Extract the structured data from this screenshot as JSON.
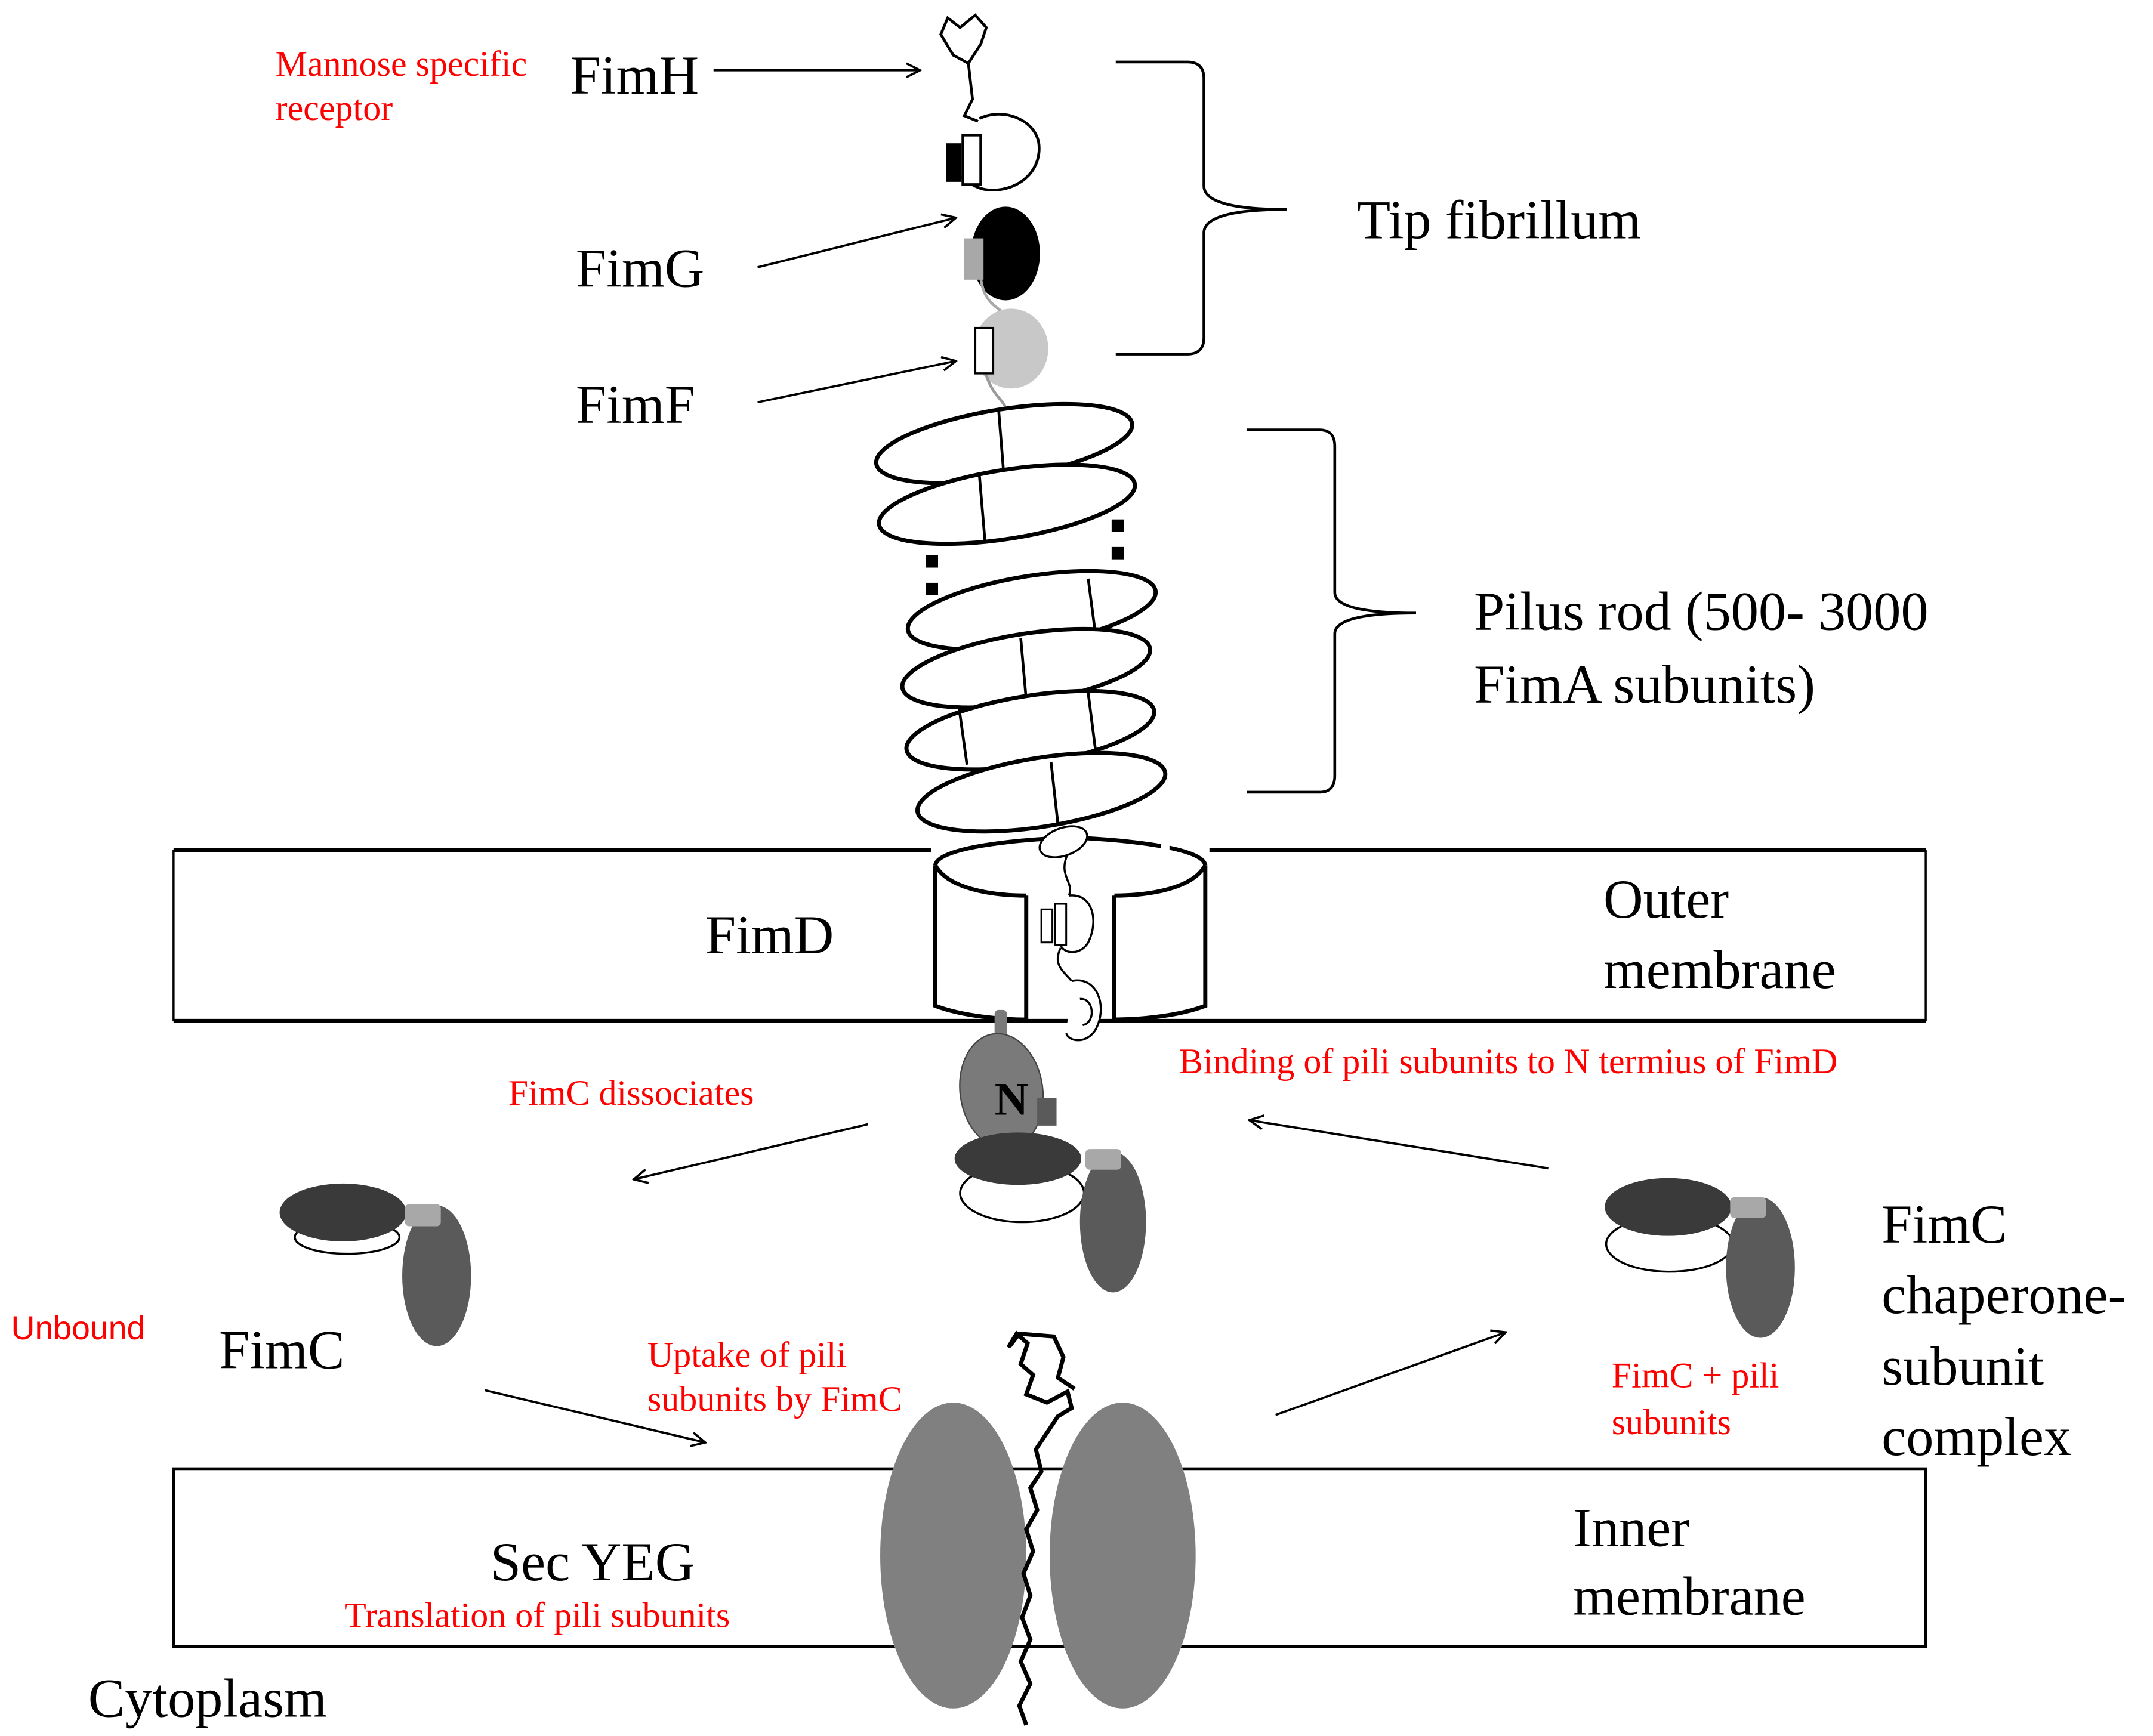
{
  "labels": {
    "mannose_line1": "Mannose specific",
    "mannose_line2": "receptor",
    "fimh": "FimH",
    "fimg": "FimG",
    "fimf": "FimF",
    "tip_fibrillum": "Tip fibrillum",
    "pilus_rod_line1": "Pilus rod (500- 3000",
    "pilus_rod_line2": "FimA subunits)",
    "fimd": "FimD",
    "outer_membrane_line1": "Outer",
    "outer_membrane_line2": "membrane",
    "n_terminus": "N",
    "binding": "Binding of pili subunits to N termius of FimD",
    "fimc_dissociates": "FimC dissociates",
    "unbound": "Unbound",
    "fimc": "FimC",
    "uptake_line1": "Uptake of pili",
    "uptake_line2": "subunits by FimC",
    "fimc_pili_line1": "FimC + pili",
    "fimc_pili_line2": "subunits",
    "complex_line1": "FimC",
    "complex_line2": "chaperone-",
    "complex_line3": "subunit",
    "complex_line4": "complex",
    "sec_yeg": "Sec YEG",
    "translation": "Translation of pili subunits",
    "inner_membrane_line1": "Inner",
    "inner_membrane_line2": "membrane",
    "cytoplasm": "Cytoplasm"
  },
  "colors": {
    "label_text": "#000000",
    "annotation_text": "#ff0000",
    "fimg_fill": "#000000",
    "fimf_fill": "#c8c8c8",
    "chaperone_dark": "#3a3a3a",
    "chaperone_mid": "#5a5a5a",
    "secyeg_fill": "#808080",
    "tab_fill": "#a8a8a8"
  }
}
